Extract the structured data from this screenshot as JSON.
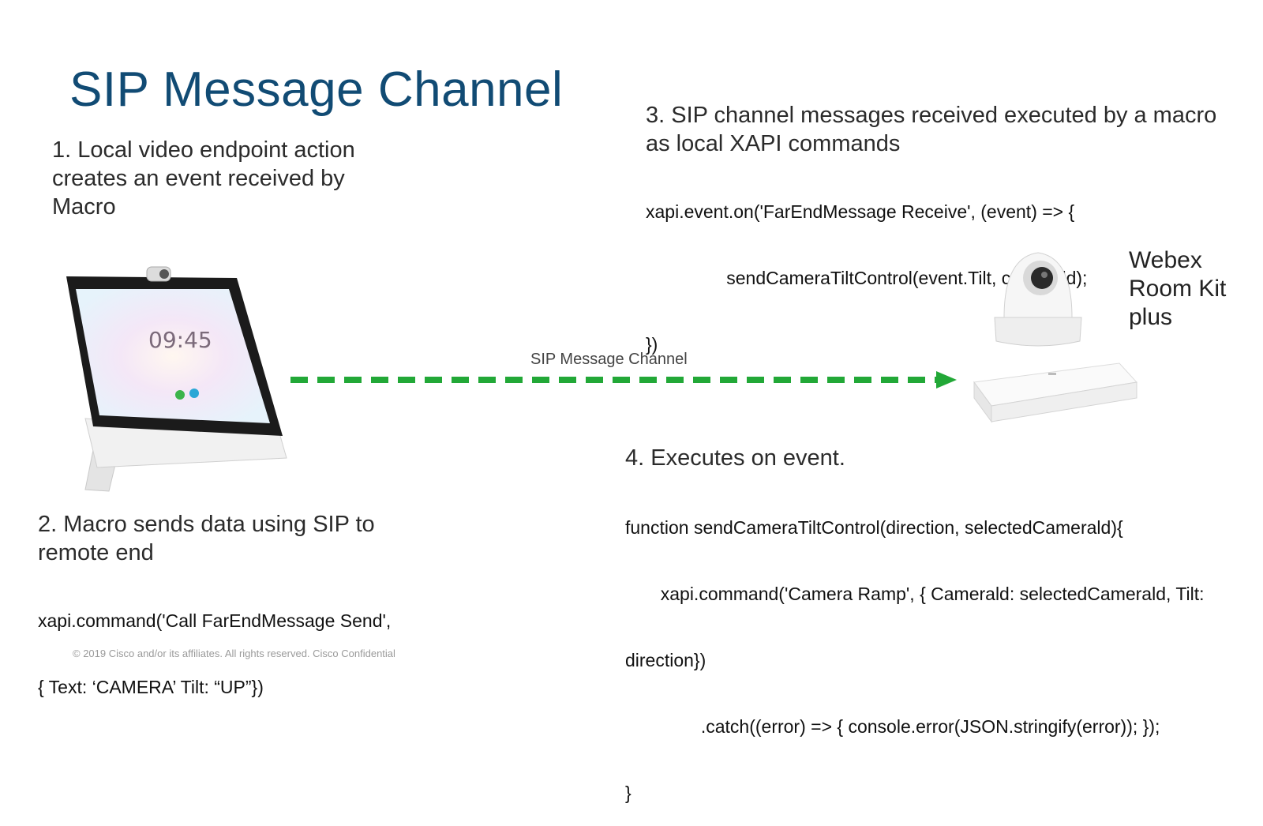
{
  "title": "SIP Message Channel",
  "step1": {
    "heading_lines": [
      "1. Local video endpoint action",
      "creates an event received by",
      "Macro"
    ]
  },
  "step2": {
    "heading_lines": [
      "2. Macro sends data using SIP to",
      "remote end"
    ],
    "code_lines": [
      "xapi.command('Call FarEndMessage Send',",
      "{ Text: ‘CAMERA’ Tilt: “UP”})"
    ]
  },
  "step3": {
    "heading_lines": [
      "3. SIP channel messages received executed by a macro",
      "as local XAPI commands"
    ],
    "code_lines": [
      "xapi.event.on('FarEndMessage Receive', (event) => {",
      "                sendCameraTiltControl(event.Tilt, comerald);",
      "})"
    ]
  },
  "step4": {
    "heading": "4. Executes on event.",
    "code_lines": [
      "function sendCameraTiltControl(direction, selectedCamerald){",
      "       xapi.command('Camera Ramp', { Camerald: selectedCamerald, Tilt:",
      "direction})",
      "               .catch((error) => { console.error(JSON.stringify(error)); });",
      "}"
    ]
  },
  "channel_label": "SIP Message Channel",
  "device_label_lines": [
    "Webex",
    "Room Kit",
    "plus"
  ],
  "endpoint_screen_time": "09:45",
  "footer": "© 2019  Cisco and/or its affiliates. All rights reserved.    Cisco Confidential",
  "colors": {
    "title": "#114b74",
    "arrow": "#22a837"
  }
}
